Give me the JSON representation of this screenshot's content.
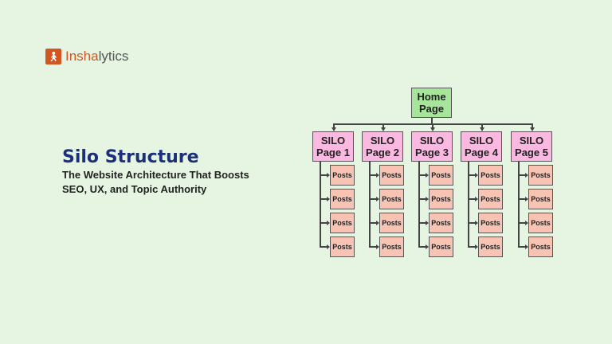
{
  "logo": {
    "part1": "Insha",
    "part2": "lytics",
    "icon": "logo-figure-icon"
  },
  "heading": {
    "title": "Silo Structure",
    "subtitle_line1": "The Website Architecture That Boosts",
    "subtitle_line2": "SEO, UX, and Topic Authority"
  },
  "diagram": {
    "root": {
      "line1": "Home",
      "line2": "Page"
    },
    "silos": [
      {
        "line1": "SILO",
        "line2": "Page 1",
        "posts": [
          "Posts",
          "Posts",
          "Posts",
          "Posts"
        ]
      },
      {
        "line1": "SILO",
        "line2": "Page 2",
        "posts": [
          "Posts",
          "Posts",
          "Posts",
          "Posts"
        ]
      },
      {
        "line1": "SILO",
        "line2": "Page 3",
        "posts": [
          "Posts",
          "Posts",
          "Posts",
          "Posts"
        ]
      },
      {
        "line1": "SILO",
        "line2": "Page 4",
        "posts": [
          "Posts",
          "Posts",
          "Posts",
          "Posts"
        ]
      },
      {
        "line1": "SILO",
        "line2": "Page 5",
        "posts": [
          "Posts",
          "Posts",
          "Posts",
          "Posts"
        ]
      }
    ]
  }
}
